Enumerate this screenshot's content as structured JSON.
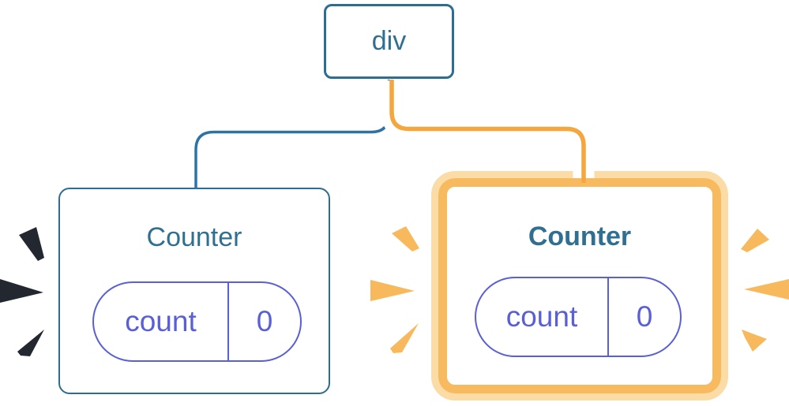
{
  "diagram": {
    "description": "React component tree: a div root element with two Counter children; right Counter is highlighted",
    "root": {
      "label": "div"
    },
    "children": [
      {
        "title": "Counter",
        "emphasis": "blue-bursts",
        "state": {
          "key": "count",
          "value": "0"
        }
      },
      {
        "title": "Counter",
        "emphasis": "orange-glow-and-bursts",
        "state": {
          "key": "count",
          "value": "0"
        }
      }
    ]
  },
  "colors": {
    "background": "#ffffff",
    "steel_blue": "#2F7092",
    "border_blue": "#2E6D92",
    "line_blue": "#2E73A5",
    "purple": "#5A5FD6",
    "orange_line": "#F5A63C",
    "orange_border": "#F8BA5E",
    "orange_glow": "#FBDCA6",
    "burst_orange": "#F8B85C",
    "burst_dark": "#23272F"
  }
}
